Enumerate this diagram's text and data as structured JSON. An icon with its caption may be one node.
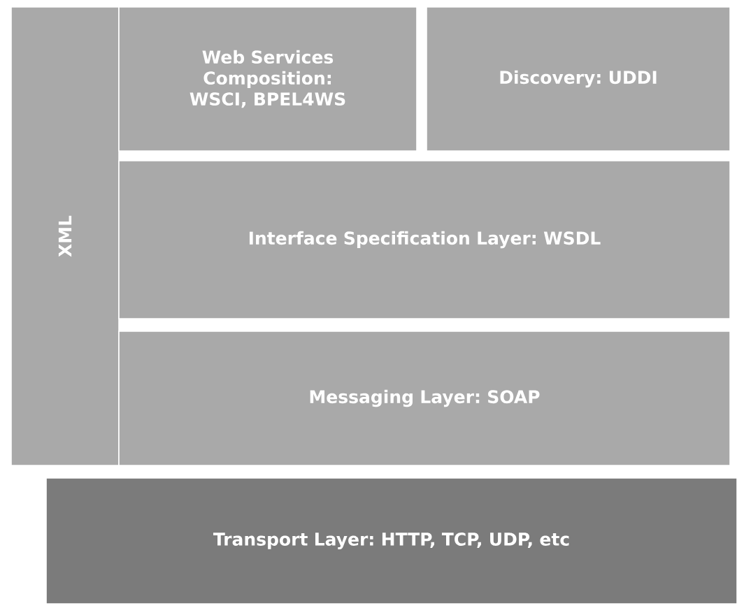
{
  "diagram": {
    "nodes": [
      {
        "text": [
          "XML"
        ]
      },
      {
        "text": [
          "Web Services Composition: WSCI, BPEL4WS"
        ]
      },
      {
        "text": [
          "Discovery: UDDI"
        ]
      },
      {
        "text": [
          "Interface Specification Layer: WSDL"
        ]
      },
      {
        "text": [
          "Messaging Layer: SOAP"
        ]
      },
      {
        "text": [
          "Transport Layer: HTTP, TCP, UDP, etc"
        ]
      }
    ]
  }
}
